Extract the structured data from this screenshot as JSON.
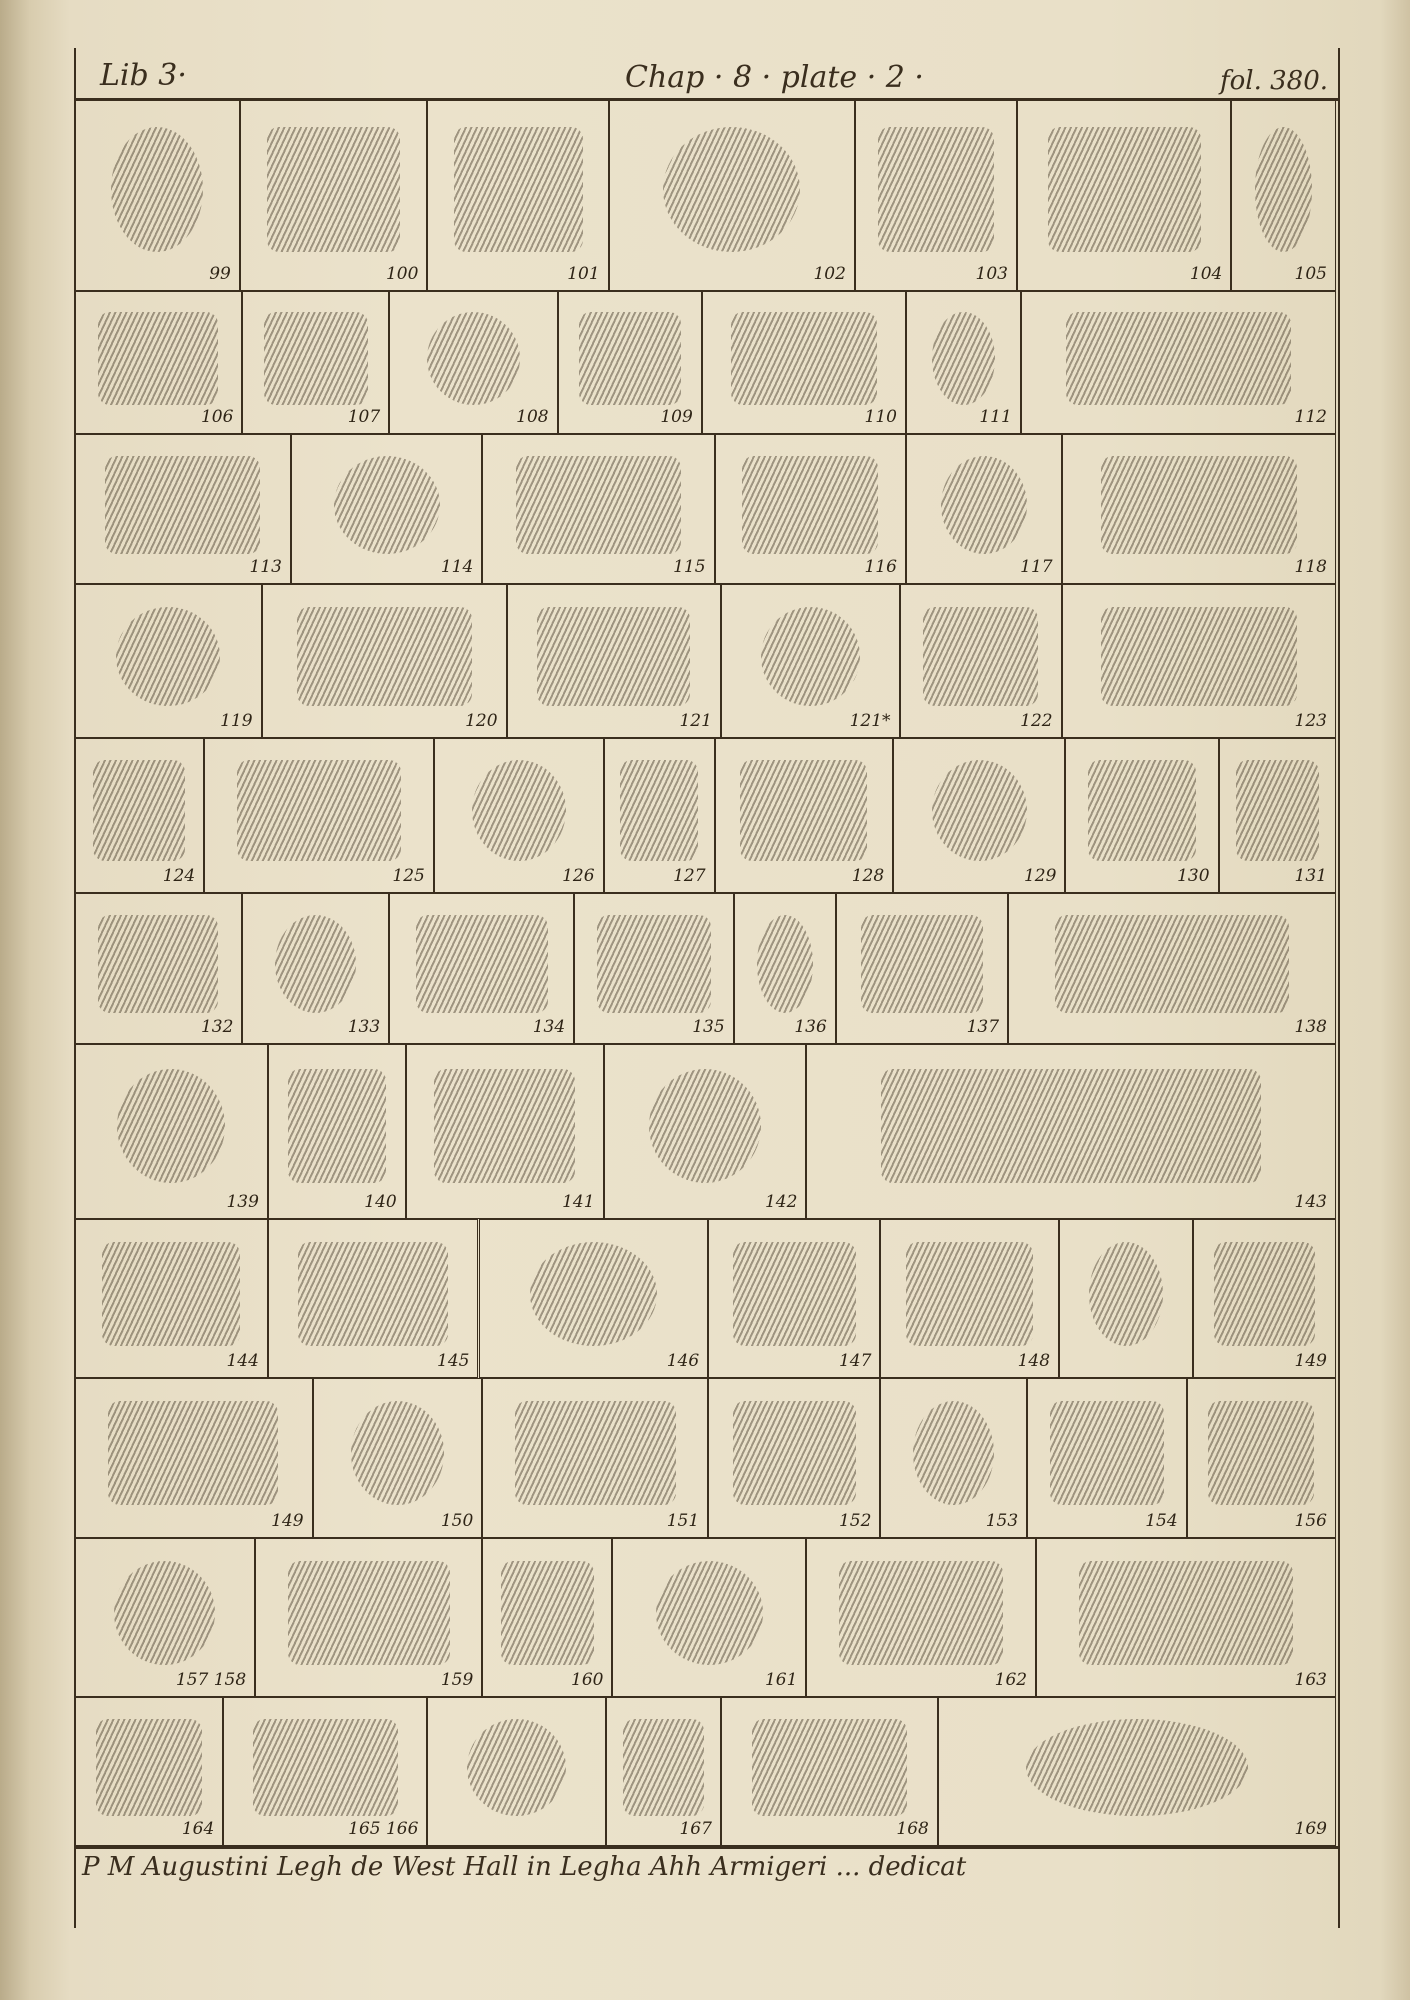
{
  "header": {
    "book": "Lib 3·",
    "chapter": "Chap · 8 · plate · 2 ·",
    "folio": "fol. 380."
  },
  "rows": [
    [
      "99",
      "100",
      "101",
      "102",
      "103",
      "104",
      "105"
    ],
    [
      "106",
      "107",
      "108",
      "109",
      "110",
      "111",
      "112"
    ],
    [
      "113",
      "114",
      "115",
      "116",
      "117",
      "118"
    ],
    [
      "119",
      "120",
      "121",
      "121*",
      "122",
      "123"
    ],
    [
      "124",
      "125",
      "126",
      "127",
      "128",
      "129",
      "130",
      "131"
    ],
    [
      "132",
      "133",
      "134",
      "135",
      "136",
      "137",
      "138"
    ],
    [
      "139",
      "140",
      "141",
      "142",
      "143"
    ],
    [
      "144",
      "145",
      "146",
      "147",
      "148",
      "",
      "149"
    ],
    [
      "149",
      "150",
      "151",
      "152",
      "153",
      "154",
      "156"
    ],
    [
      "157 158",
      "159",
      "160",
      "161",
      "162",
      "163"
    ],
    [
      "164",
      "165 166",
      "",
      "167",
      "168",
      "169"
    ]
  ],
  "footer": {
    "dedication": "P M Augustini Legh de West Hall in Legha Ahh Armigeri ... dedicat"
  },
  "colors": {
    "paper": "#e9e0c8",
    "ink": "#3a2e1e"
  }
}
